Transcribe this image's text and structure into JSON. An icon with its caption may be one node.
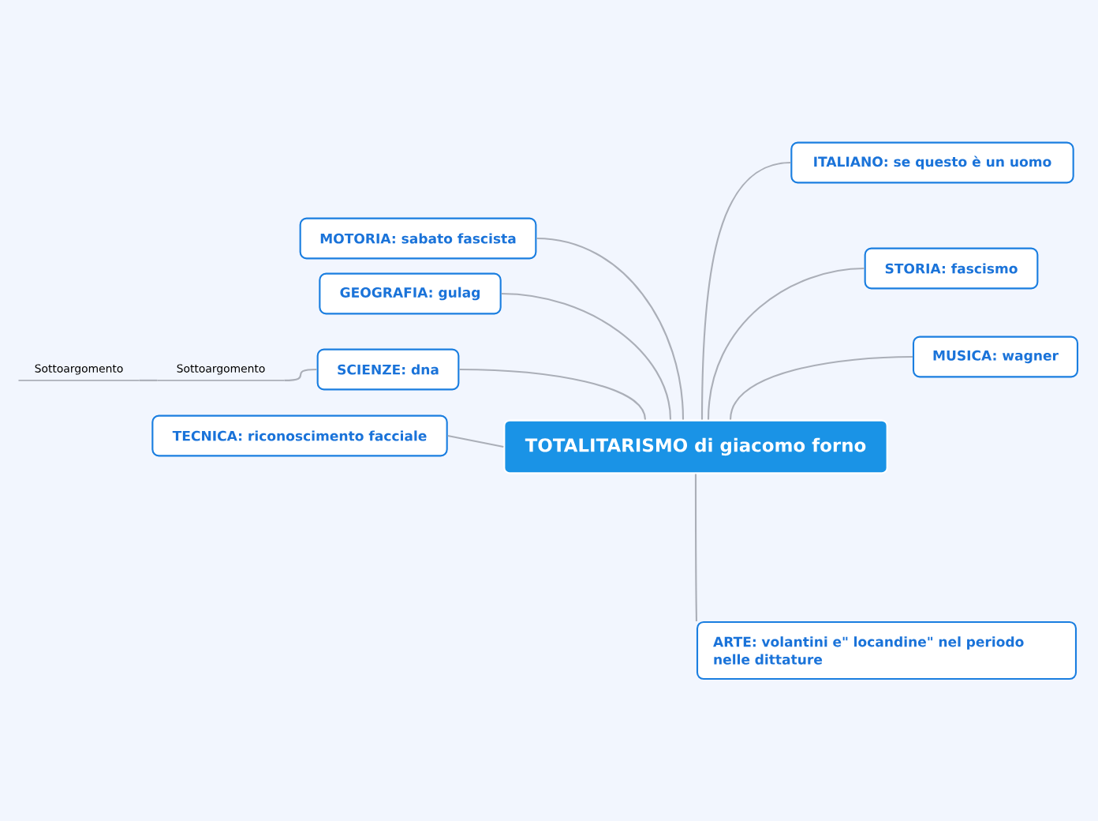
{
  "diagram": {
    "nodes": [
      {
        "text": [
          "TOTALITARISMO di giacomo forno"
        ]
      },
      {
        "text": [
          "ITALIANO: se questo è un uomo"
        ]
      },
      {
        "text": [
          "STORIA: fascismo"
        ]
      },
      {
        "text": [
          "MUSICA: wagner"
        ]
      },
      {
        "text": [
          "ARTE: volantini e\" locandine\" nel periodo nelle dittature"
        ]
      },
      {
        "text": [
          "TECNICA: riconoscimento facciale"
        ]
      },
      {
        "text": [
          "SCIENZE: dna"
        ]
      },
      {
        "text": [
          "GEOGRAFIA: gulag"
        ]
      },
      {
        "text": [
          "MOTORIA: sabato fascista"
        ]
      },
      {
        "text": [
          "Sottoargomento"
        ]
      },
      {
        "text": [
          "Sottoargomento"
        ]
      }
    ],
    "edges": [
      {
        "from": 0,
        "to": 1,
        "arrow": "none"
      },
      {
        "from": 0,
        "to": 2,
        "arrow": "none"
      },
      {
        "from": 0,
        "to": 3,
        "arrow": "none"
      },
      {
        "from": 0,
        "to": 4,
        "arrow": "none"
      },
      {
        "from": 0,
        "to": 5,
        "arrow": "none"
      },
      {
        "from": 0,
        "to": 6,
        "arrow": "none"
      },
      {
        "from": 0,
        "to": 7,
        "arrow": "none"
      },
      {
        "from": 0,
        "to": 8,
        "arrow": "none"
      },
      {
        "from": 6,
        "to": 9,
        "arrow": "none"
      },
      {
        "from": 9,
        "to": 10,
        "arrow": "none"
      }
    ]
  }
}
